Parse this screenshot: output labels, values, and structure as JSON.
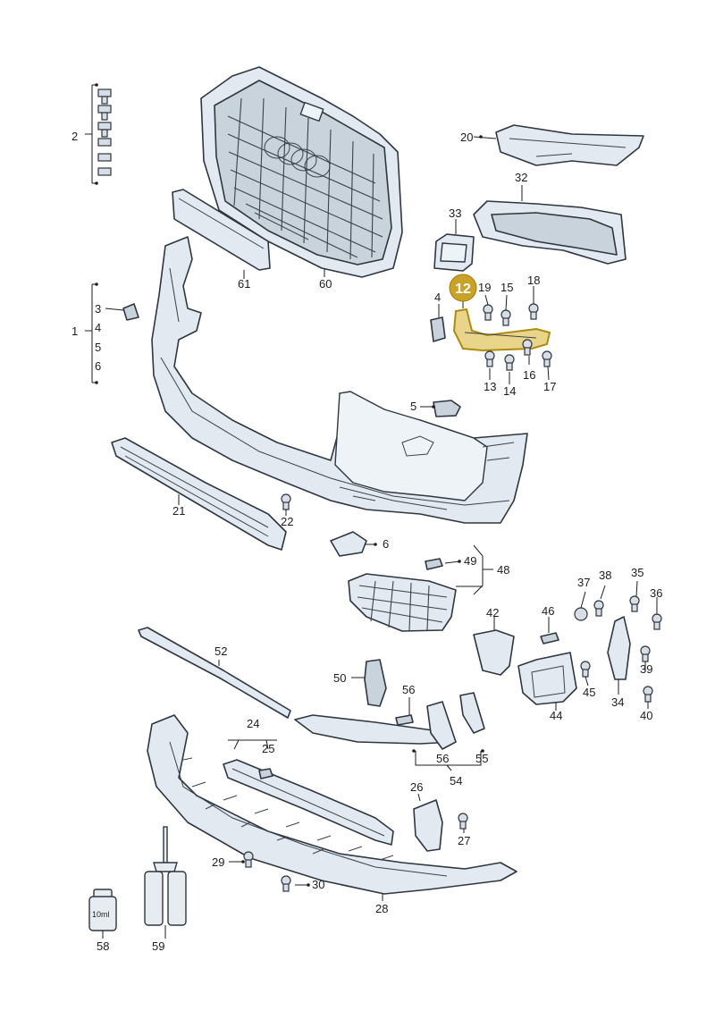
{
  "labels": {
    "p1": "1",
    "p2": "2",
    "p3": "3",
    "p4a": "4",
    "p4b": "4",
    "p5a": "5",
    "p5b": "5",
    "p6a": "6",
    "p6b": "6",
    "p12": "12",
    "p13": "13",
    "p14": "14",
    "p15": "15",
    "p16": "16",
    "p17": "17",
    "p18": "18",
    "p19": "19",
    "p20": "20",
    "p21": "21",
    "p22": "22",
    "p24": "24",
    "p25": "25",
    "p26": "26",
    "p27": "27",
    "p28": "28",
    "p29": "29",
    "p30": "30",
    "p32": "32",
    "p33": "33",
    "p34": "34",
    "p35": "35",
    "p36": "36",
    "p37": "37",
    "p38": "38",
    "p39": "39",
    "p40": "40",
    "p42": "42",
    "p44": "44",
    "p45": "45",
    "p46": "46",
    "p48": "48",
    "p49": "49",
    "p50": "50",
    "p52": "52",
    "p54": "54",
    "p55": "55",
    "p56a": "56",
    "p56b": "56",
    "p58": "58",
    "p59": "59",
    "p60": "60",
    "p61": "61"
  },
  "bottle_text": "10ml",
  "highlight": {
    "part": "12",
    "color": "#c9a227"
  }
}
